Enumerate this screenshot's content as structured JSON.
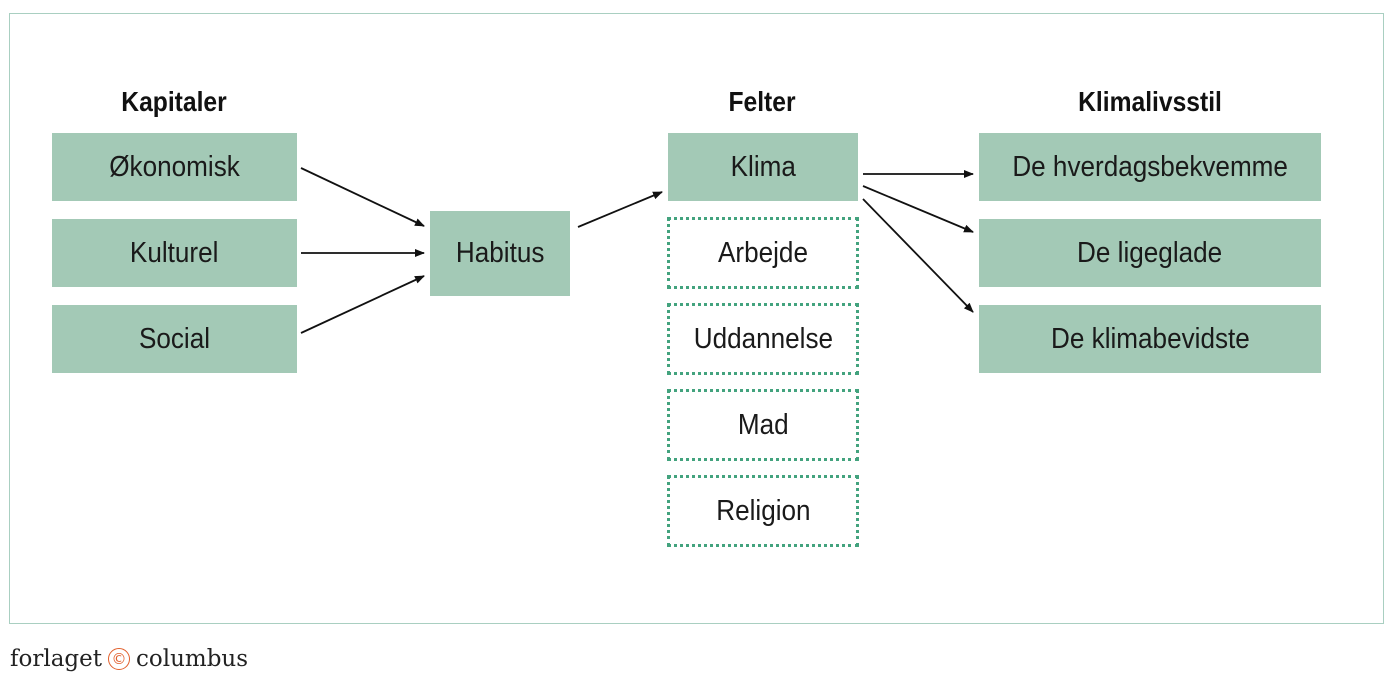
{
  "headings": {
    "kapitaler": "Kapitaler",
    "felter": "Felter",
    "klimalivsstil": "Klimalivsstil"
  },
  "kapitaler": [
    "Økonomisk",
    "Kulturel",
    "Social"
  ],
  "habitus": "Habitus",
  "felter": {
    "highlighted": "Klima",
    "others": [
      "Arbejde",
      "Uddannelse",
      "Mad",
      "Religion"
    ]
  },
  "klimalivsstil": [
    "De hverdagsbekvemme",
    "De ligeglade",
    "De klimabevidste"
  ],
  "footer": {
    "left": "forlaget",
    "mark": "©",
    "right": "columbus"
  },
  "colors": {
    "box_fill": "#a3c9b6",
    "dotted_border": "#43a37e",
    "frame_border": "#a9cfc1",
    "logo_accent": "#e15f2c"
  }
}
